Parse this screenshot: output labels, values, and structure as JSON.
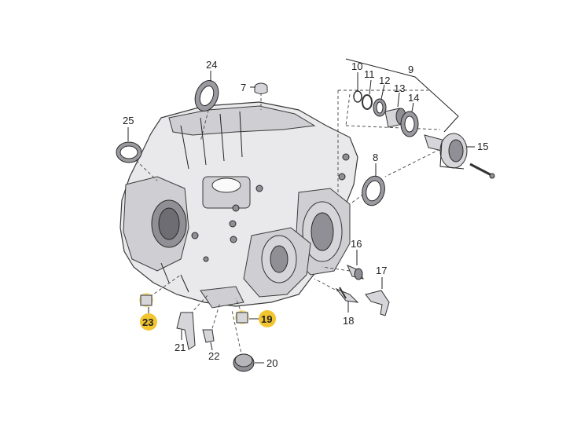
{
  "callouts": {
    "c7": "7",
    "c8": "8",
    "c9": "9",
    "c10": "10",
    "c11": "11",
    "c12": "12",
    "c13": "13",
    "c14": "14",
    "c15": "15",
    "c16": "16",
    "c17": "17",
    "c18": "18",
    "c19": "19",
    "c20": "20",
    "c21": "21",
    "c22": "22",
    "c23": "23",
    "c24": "24",
    "c25": "25"
  },
  "highlight_color": "#f2c530"
}
